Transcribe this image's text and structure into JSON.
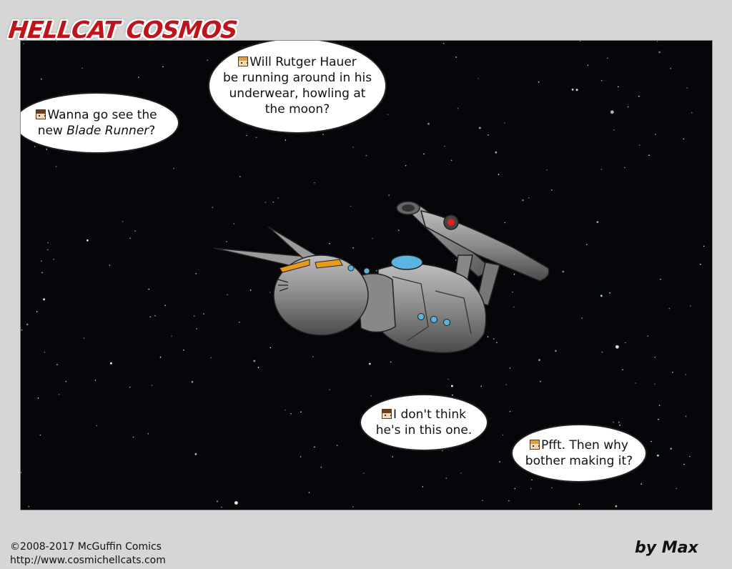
{
  "header": {
    "title": "HELLCAT COSMOS"
  },
  "bubbles": [
    {
      "line1": "Wanna go see the",
      "line2_pre": "new ",
      "line2_em": "Blade Runner",
      "line2_post": "?"
    },
    {
      "lines": [
        "Will Rutger Hauer",
        "be running around in his",
        "underwear, howling at",
        "the moon?"
      ]
    },
    {
      "lines": [
        "I don't think",
        "he's in this one."
      ]
    },
    {
      "lines": [
        "Pfft. Then why",
        "bother making it?"
      ]
    }
  ],
  "footer": {
    "copyright": "©2008-2017 McGuffin Comics",
    "url": "http://www.cosmichellcats.com",
    "byline": "by Max"
  },
  "colors": {
    "title": "#c0141c",
    "space": "#05060a",
    "hull": "#8c8c8c",
    "visor": "#e89a1a",
    "dome": "#5bb4e0"
  },
  "icons": [
    "character-face-icon",
    "starship-cat-illustration",
    "star-field"
  ]
}
